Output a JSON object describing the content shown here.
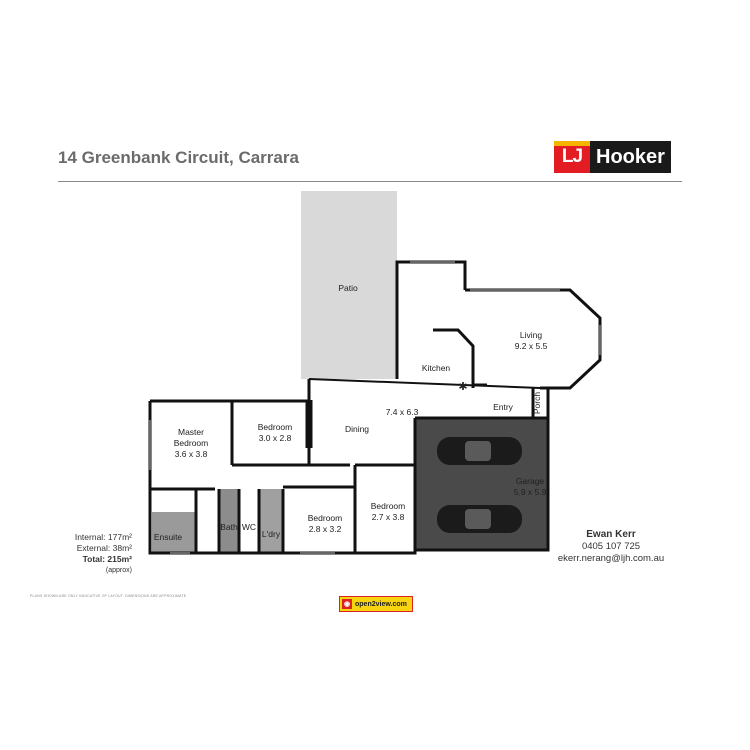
{
  "header": {
    "title": "14 Greenbank Circuit, Carrara",
    "logo_mark": "LJ",
    "logo_text": "Hooker"
  },
  "rooms": {
    "patio": "Patio",
    "living": "Living",
    "living_dim": "9.2 x 5.5",
    "kitchen": "Kitchen",
    "dining": "Dining",
    "dining_dim": "7.4 x 6.3",
    "entry": "Entry",
    "porch": "Porch",
    "garage": "Garage",
    "garage_dim": "5.9 x 5.9",
    "master": "Master",
    "master2": "Bedroom",
    "master_dim": "3.6 x 3.8",
    "bed2": "Bedroom",
    "bed2_dim": "3.0 x 2.8",
    "bed3": "Bedroom",
    "bed3_dim": "2.8 x 3.2",
    "bed4": "Bedroom",
    "bed4_dim": "2.7 x 3.8",
    "ensuite": "Ensuite",
    "bath": "Bath",
    "wc": "WC",
    "laundry": "L'dry"
  },
  "areas": {
    "internal": "Internal: 177m²",
    "external": "External: 38m²",
    "total": "Total: 215m²",
    "approx": "(approx)"
  },
  "agent": {
    "name": "Ewan Kerr",
    "phone": "0405 107 725",
    "email": "ekerr.nerang@ljh.com.au"
  },
  "footer": {
    "disclaimer": "PLANS SHOWN ARE ONLY INDICATIVE OF LAYOUT. DIMENSIONS ARE APPROXIMATE.",
    "badge": "open2view.com"
  },
  "colors": {
    "patio": "#d9d9d9",
    "garage": "#4a4a4a",
    "wet_area": "#8c8c8c",
    "wall": "#111111",
    "brand_red": "#e31b23",
    "brand_yellow": "#f5b400"
  }
}
